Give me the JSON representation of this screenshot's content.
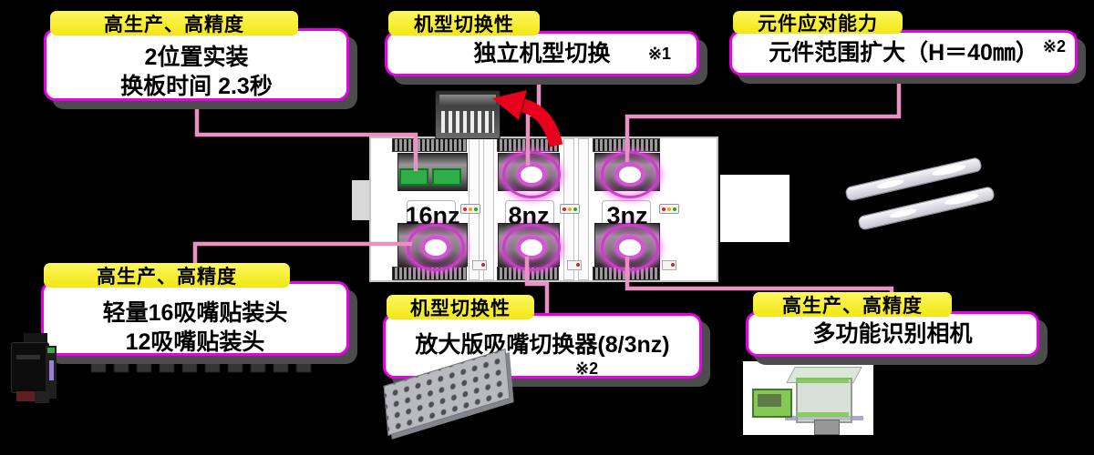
{
  "diagram": {
    "callouts": {
      "top_left": {
        "title": "高生产、高精度",
        "line1": "2位置实装",
        "line2": "换板时间 2.3秒"
      },
      "top_middle": {
        "title": "机型切换性",
        "body": "独立机型切换",
        "note": "※1"
      },
      "top_right": {
        "title": "元件应对能力",
        "body": "元件范围扩大（H＝40㎜）",
        "note": "※2"
      },
      "bottom_left": {
        "title": "高生产、高精度",
        "line1": "轻量16吸嘴贴装头",
        "line2": "12吸嘴贴装头"
      },
      "bottom_middle": {
        "title": "机型切换性",
        "body": "放大版吸嘴切换器(8/3nz)",
        "note": "※2"
      },
      "bottom_right": {
        "title": "高生产、高精度",
        "body": "多功能识别相机"
      }
    },
    "machine": {
      "modules": [
        {
          "label": "16nz"
        },
        {
          "label": "8nz"
        },
        {
          "label": "3nz"
        }
      ]
    },
    "icons": {
      "head_unit": "placement-head-image",
      "red_arrow": "red-arrow-icon",
      "nozzle_changer": "nozzle-changer-tray-image",
      "camera": "recognition-camera-image",
      "feeders": "gripper-feeder-arms-image",
      "black_head": "nozzle-head-unit-image"
    },
    "colors": {
      "background": "#000000",
      "callout_border": "#e800e8",
      "title_highlight": "#f5ec1e",
      "connector_pink": "#e891c2",
      "ring_magenta": "#c83fc8",
      "pcb_green": "#2fae4a",
      "arrow_red": "#e8001c",
      "shadow_gray": "#4c4c4c"
    }
  }
}
